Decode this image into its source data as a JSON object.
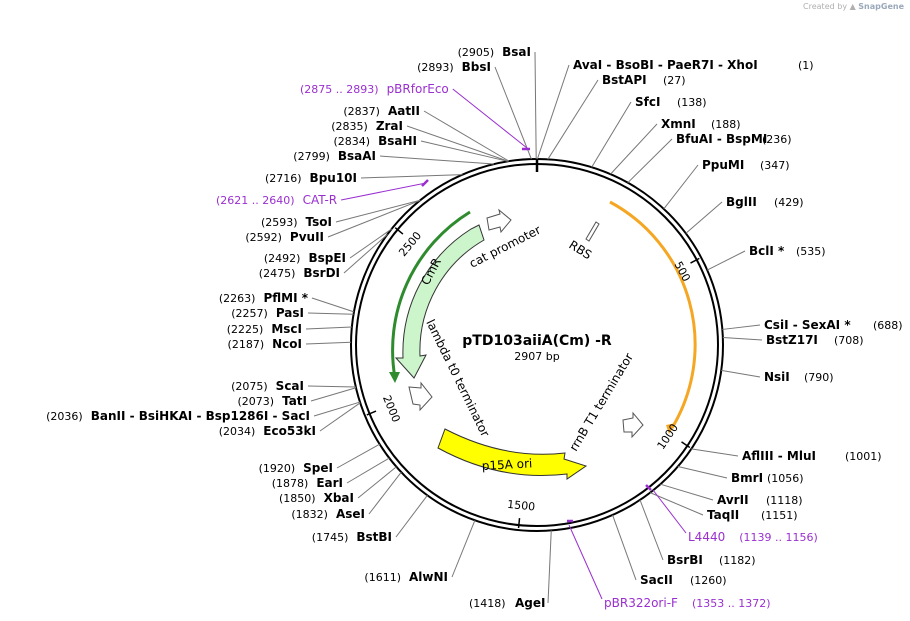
{
  "credit": {
    "prefix": "Created by",
    "brand": "SnapGene"
  },
  "plasmid": {
    "name": "pTD103aiiA(Cm) -R",
    "length_label": "2907 bp",
    "length": 2907
  },
  "ticks": [
    {
      "pos": 500,
      "label": "500"
    },
    {
      "pos": 1000,
      "label": "1000"
    },
    {
      "pos": 1500,
      "label": "1500"
    },
    {
      "pos": 2000,
      "label": "2000"
    },
    {
      "pos": 2500,
      "label": "2500"
    }
  ],
  "right_sites": [
    {
      "name": "AvaI  -  BsoBI  -  PaeR7I  -  XhoI",
      "pos": "(1)"
    },
    {
      "name": "BstAPI",
      "pos": "(27)"
    },
    {
      "name": "SfcI",
      "pos": "(138)"
    },
    {
      "name": "XmnI",
      "pos": "(188)"
    },
    {
      "name": "BfuAI  -  BspMI",
      "pos": "(236)"
    },
    {
      "name": "PpuMI",
      "pos": "(347)"
    },
    {
      "name": "BglII",
      "pos": "(429)"
    },
    {
      "name": "BclI *",
      "pos": "(535)"
    },
    {
      "name": "CsiI  -  SexAI *",
      "pos": "(688)"
    },
    {
      "name": "BstZ17I",
      "pos": "(708)"
    },
    {
      "name": "NsiI",
      "pos": "(790)"
    },
    {
      "name": "AflIII  -  MluI",
      "pos": "(1001)"
    },
    {
      "name": "BmrI",
      "pos": "(1056)"
    },
    {
      "name": "AvrII",
      "pos": "(1118)"
    },
    {
      "name": "TaqII",
      "pos": "(1151)"
    },
    {
      "name": "BsrBI",
      "pos": "(1182)"
    },
    {
      "name": "SacII",
      "pos": "(1260)"
    },
    {
      "name": "AgeI",
      "pos": "(1418)"
    }
  ],
  "left_sites": [
    {
      "name": "BsaI",
      "pos": "(2905)"
    },
    {
      "name": "BbsI",
      "pos": "(2893)"
    },
    {
      "name": "AatII",
      "pos": "(2837)"
    },
    {
      "name": "ZraI",
      "pos": "(2835)"
    },
    {
      "name": "BsaHI",
      "pos": "(2834)"
    },
    {
      "name": "BsaAI",
      "pos": "(2799)"
    },
    {
      "name": "Bpu10I",
      "pos": "(2716)"
    },
    {
      "name": "TsoI",
      "pos": "(2593)"
    },
    {
      "name": "PvuII",
      "pos": "(2592)"
    },
    {
      "name": "BspEI",
      "pos": "(2492)"
    },
    {
      "name": "BsrDI",
      "pos": "(2475)"
    },
    {
      "name": "PflMI *",
      "pos": "(2263)"
    },
    {
      "name": "PasI",
      "pos": "(2257)"
    },
    {
      "name": "MscI",
      "pos": "(2225)"
    },
    {
      "name": "NcoI",
      "pos": "(2187)"
    },
    {
      "name": "ScaI",
      "pos": "(2075)"
    },
    {
      "name": "TatI",
      "pos": "(2073)"
    },
    {
      "name": "BanII  -  BsiHKAI  -  Bsp1286I  -  SacI",
      "pos": "(2036)"
    },
    {
      "name": "Eco53kI",
      "pos": "(2034)"
    },
    {
      "name": "SpeI",
      "pos": "(1920)"
    },
    {
      "name": "EarI",
      "pos": "(1878)"
    },
    {
      "name": "XbaI",
      "pos": "(1850)"
    },
    {
      "name": "AseI",
      "pos": "(1832)"
    },
    {
      "name": "BstBI",
      "pos": "(1745)"
    },
    {
      "name": "AlwNI",
      "pos": "(1611)"
    }
  ],
  "primers": [
    {
      "name": "pBRforEco",
      "range": "(2875 .. 2893)"
    },
    {
      "name": "CAT-R",
      "range": "(2621 .. 2640)"
    },
    {
      "name": "L4440",
      "range": "(1139 .. 1156)"
    },
    {
      "name": "pBR322ori-F",
      "range": "(1353 .. 1372)"
    }
  ],
  "features": [
    {
      "name": "cat promoter",
      "type": "promoter",
      "color": "#ffffff"
    },
    {
      "name": "RBS",
      "type": "rbs",
      "color": "#ffffff"
    },
    {
      "name": "CmR",
      "type": "cds",
      "color": "#ccf5cc"
    },
    {
      "name": "lambda t0 terminator",
      "type": "terminator",
      "color": "#ffffff"
    },
    {
      "name": "p15A ori",
      "type": "origin",
      "color": "#ffff00"
    },
    {
      "name": "rrnB T1 terminator",
      "type": "terminator",
      "color": "#ffffff"
    }
  ],
  "colors": {
    "primer": "#9a2fd0",
    "cmr_arc": "#2e8b2e",
    "orange_arc": "#f5a623",
    "ori": "#ffff00",
    "cmr_fill": "#ccf5cc"
  }
}
